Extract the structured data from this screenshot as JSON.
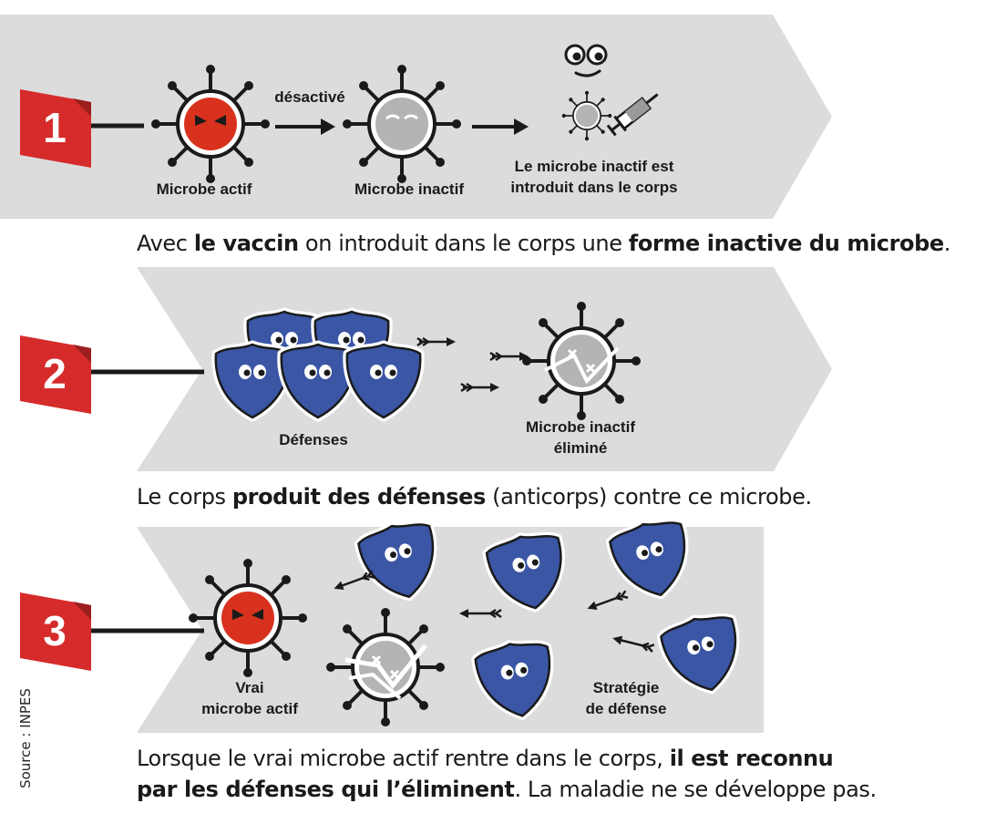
{
  "steps": [
    {
      "number": "1",
      "labels": {
        "active": "Microbe actif",
        "deactivated": "désactivé",
        "inactive": "Microbe inactif",
        "introduced_line1": "Le microbe inactif est",
        "introduced_line2": "introduit dans le corps"
      },
      "caption": {
        "p1": "Avec ",
        "b1": "le vaccin",
        "p2": " on introduit dans le corps une ",
        "b2": "forme inactive du microbe",
        "p3": "."
      }
    },
    {
      "number": "2",
      "labels": {
        "defenses": "Défenses",
        "eliminated_line1": "Microbe inactif",
        "eliminated_line2": "éliminé"
      },
      "caption": {
        "p1": "Le corps ",
        "b1": "produit des défenses",
        "p2": " (anticorps) contre ce microbe."
      }
    },
    {
      "number": "3",
      "labels": {
        "real_line1": "Vrai",
        "real_line2": "microbe actif",
        "strategy_line1": "Stratégie",
        "strategy_line2": "de défense"
      },
      "caption": {
        "p1": "Lorsque le vrai microbe actif rentre dans le corps,  ",
        "b1": "il est reconnu",
        "b2": "par les défenses qui l’éliminent",
        "p2": ". La maladie ne se développe pas."
      }
    }
  ],
  "source": "Source : INPES",
  "colors": {
    "band": "#dcdcdc",
    "flag_red": "#d52b2b",
    "microbe_red": "#d8321e",
    "microbe_grey": "#b4b4b4",
    "shield_blue": "#3a56a5",
    "ink": "#1a1a1a"
  }
}
